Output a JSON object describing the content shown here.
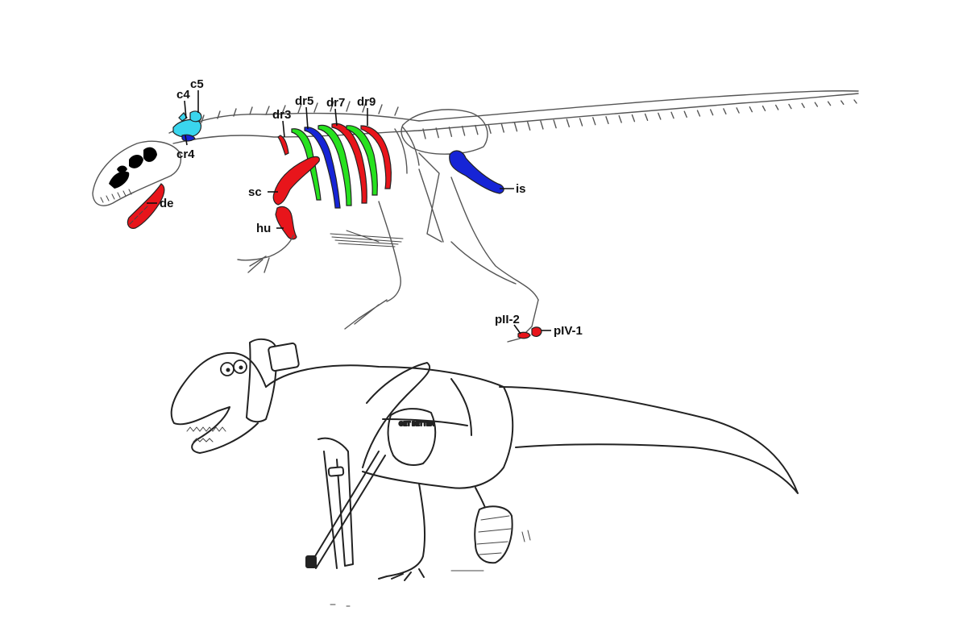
{
  "colors": {
    "red": "#e8151b",
    "green": "#27e21f",
    "blue": "#1624d6",
    "cyan": "#3ad6ee",
    "black": "#000000",
    "outline": "#555555"
  },
  "labels": {
    "c4": "c4",
    "c5": "c5",
    "cr4": "cr4",
    "dr3": "dr3",
    "dr5": "dr5",
    "dr7": "dr7",
    "dr9": "dr9",
    "de": "de",
    "sc": "sc",
    "hu": "hu",
    "is": "is",
    "pII2": "pII-2",
    "pIV1": "pIV-1"
  },
  "cast_text": "GET BETTER"
}
